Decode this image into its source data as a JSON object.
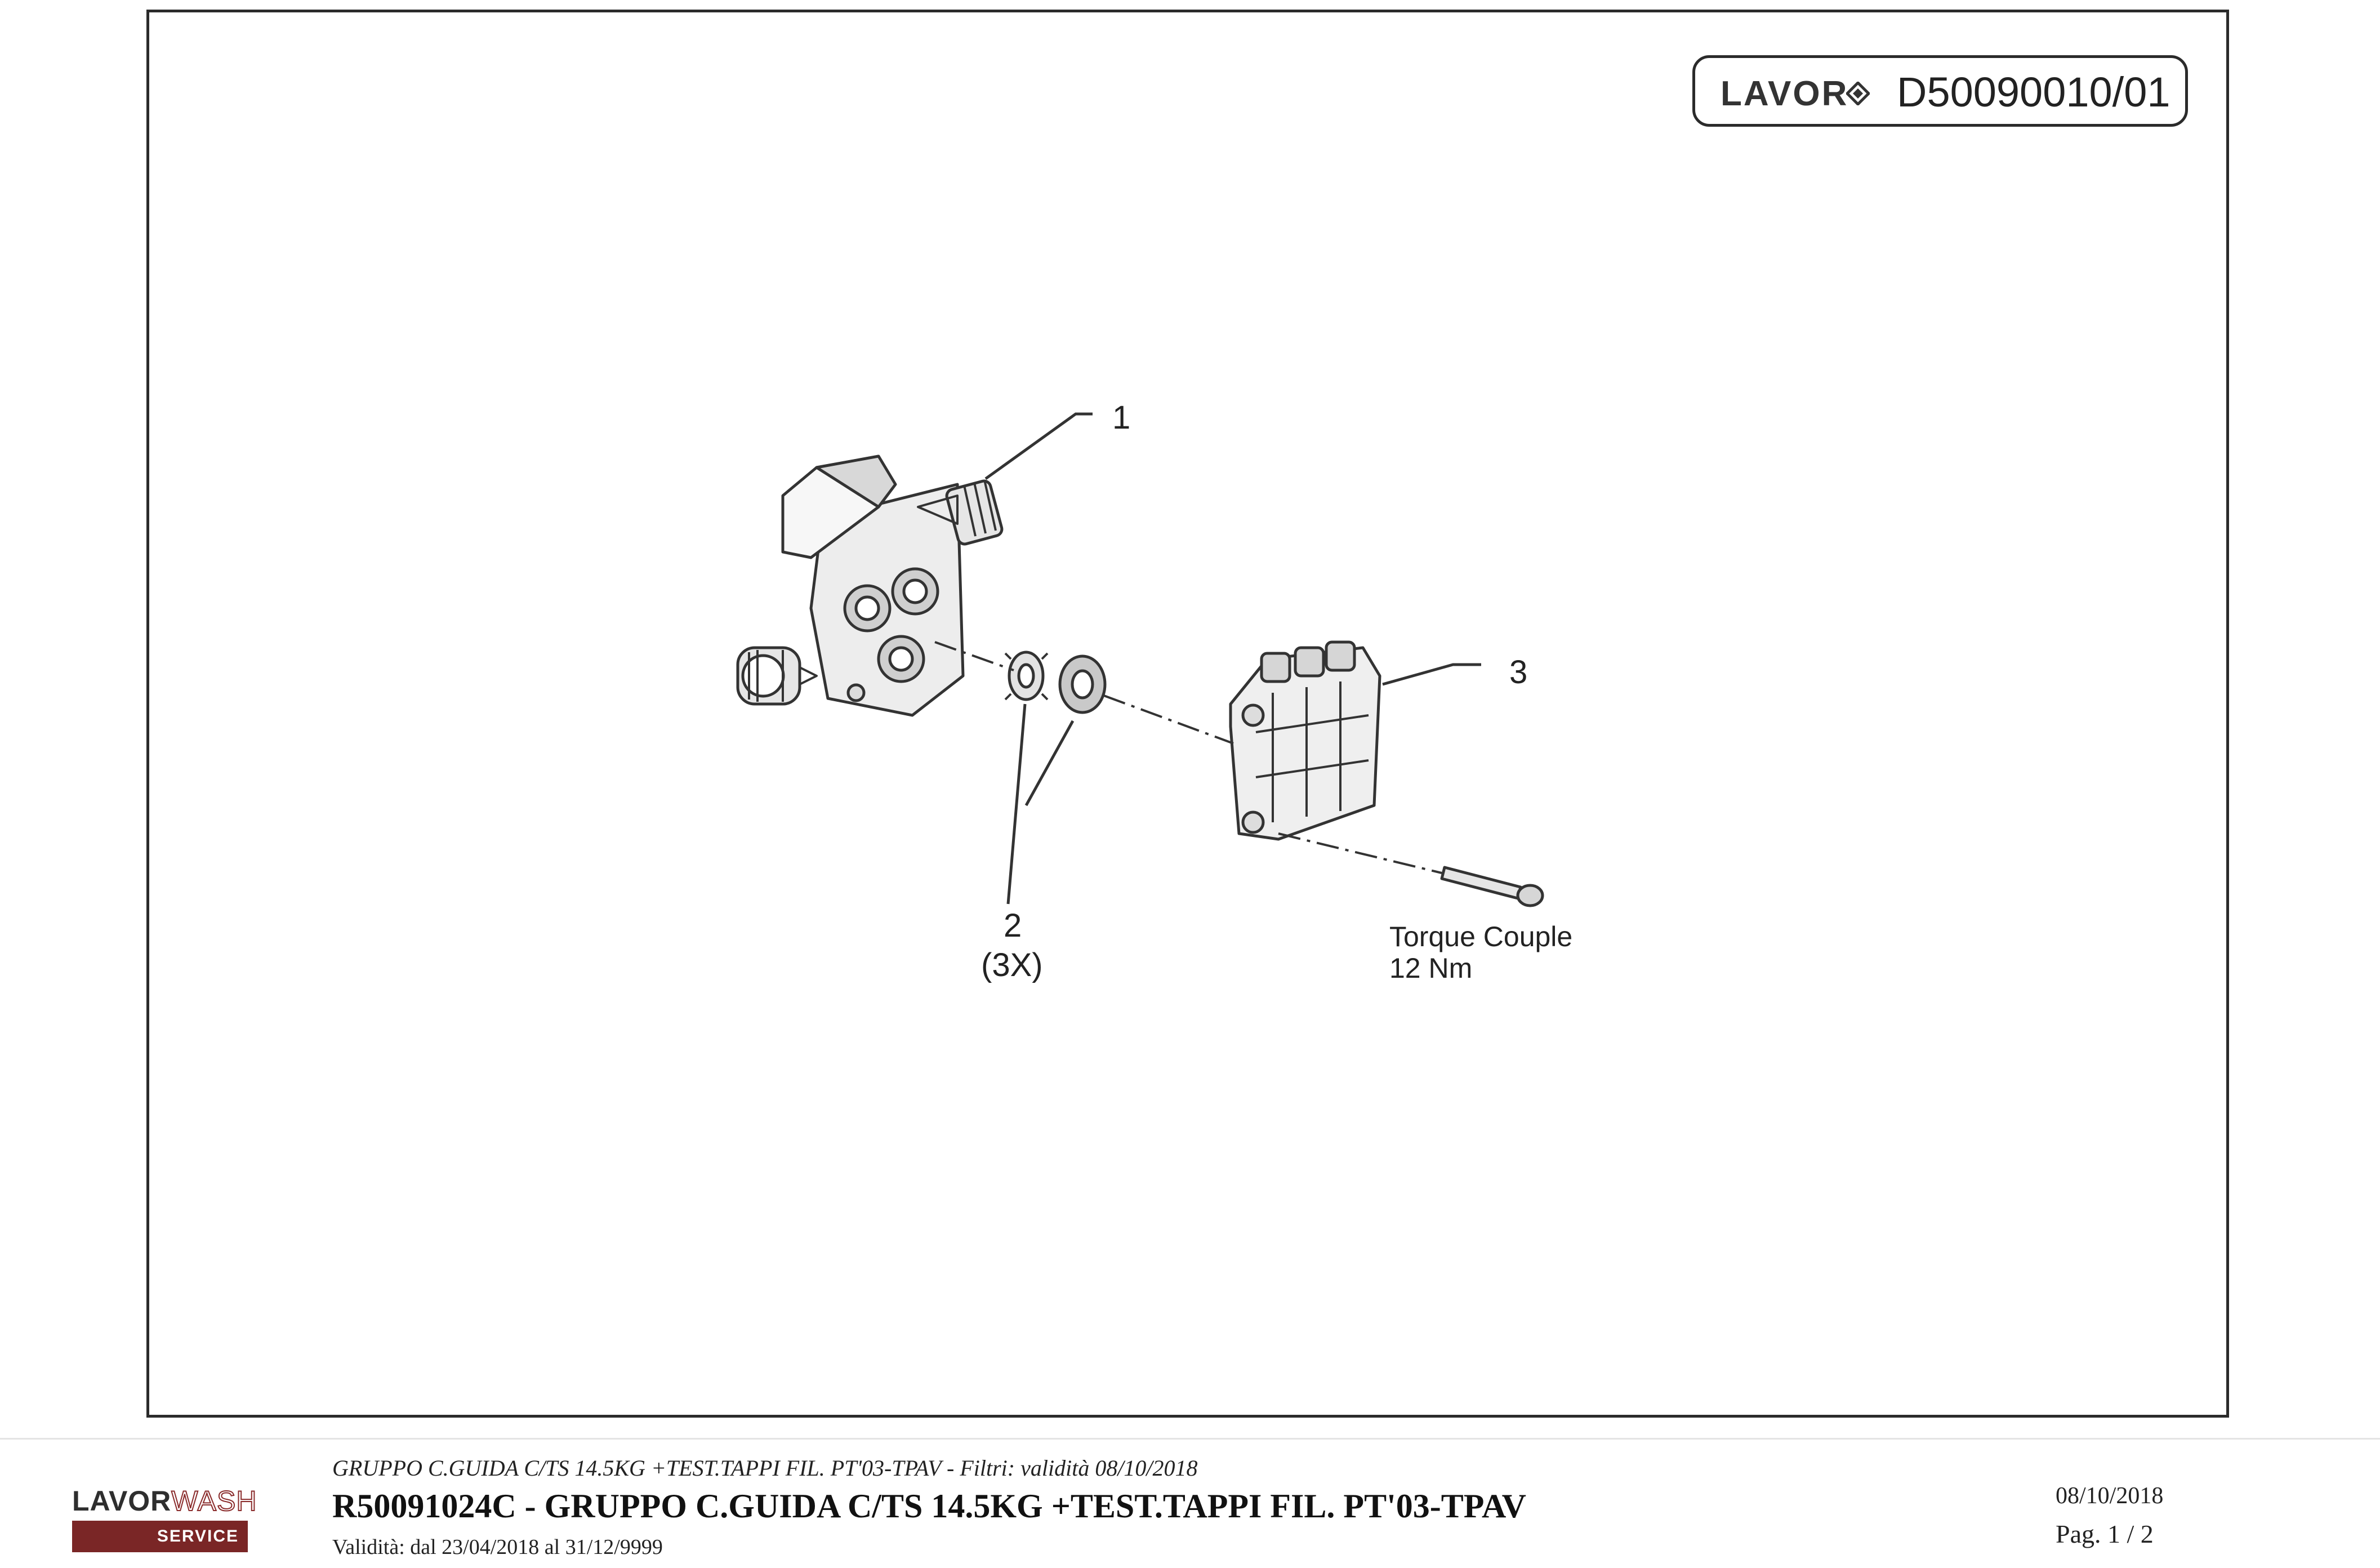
{
  "header": {
    "brand": "LAVOR",
    "drawing_code": "D50090010/01"
  },
  "drawing": {
    "callouts": {
      "part_1": "1",
      "part_2": "2",
      "part_2_qty": "(3X)",
      "part_3": "3"
    },
    "note_line1": "Torque Couple",
    "note_line2": "12 Nm",
    "colors": {
      "line": "#333333",
      "fill": "#f2f2f2",
      "shade": "#bdbdbd"
    }
  },
  "footer": {
    "logo_lavor": "LAVOR",
    "logo_wash": "WASH",
    "logo_service": "SERVICE",
    "subtitle": "GRUPPO C.GUIDA C/TS 14.5KG +TEST.TAPPI FIL. PT'03-TPAV - Filtri: validità 08/10/2018",
    "title": "R50091024C - GRUPPO C.GUIDA C/TS 14.5KG +TEST.TAPPI FIL. PT'03-TPAV",
    "validity": "Validità: dal 23/04/2018 al 31/12/9999",
    "date": "08/10/2018",
    "page": "Pag. 1 / 2",
    "colors": {
      "logo_bar": "#7a2626"
    }
  }
}
